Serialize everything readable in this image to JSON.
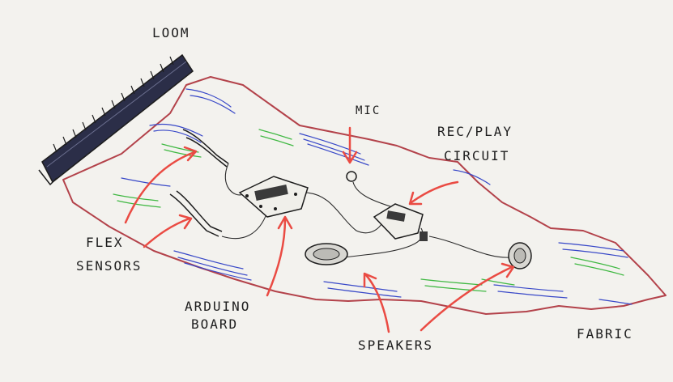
{
  "labels": {
    "loom": "LOOM",
    "mic": "MIC",
    "rec_play": "REC/PLAY",
    "circuit": "CIRCUIT",
    "flex": "FLEX",
    "sensors": "SENSORS",
    "arduino": "ARDUINO",
    "board": "BOARD",
    "speakers": "SPEAKERS",
    "fabric": "FABRIC"
  },
  "colors": {
    "paper": "#f3f2ee",
    "ink": "#1d1d1d",
    "fabric_outline": "#b3424a",
    "arrow": "#ea4b43",
    "thread_blue": "#3848c8",
    "thread_green": "#3fb842"
  }
}
